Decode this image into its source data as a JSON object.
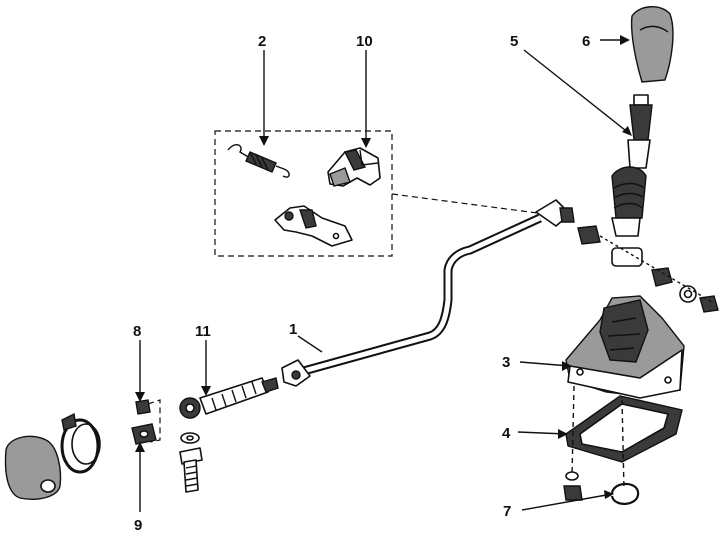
{
  "diagram": {
    "callouts": [
      {
        "id": "c1",
        "label": "1"
      },
      {
        "id": "c2",
        "label": "2"
      },
      {
        "id": "c3",
        "label": "3"
      },
      {
        "id": "c4",
        "label": "4"
      },
      {
        "id": "c5",
        "label": "5"
      },
      {
        "id": "c6",
        "label": "6"
      },
      {
        "id": "c7",
        "label": "7"
      },
      {
        "id": "c8",
        "label": "8"
      },
      {
        "id": "c9",
        "label": "9"
      },
      {
        "id": "c10",
        "label": "10"
      },
      {
        "id": "c11",
        "label": "11"
      }
    ],
    "colors": {
      "line": "#111111",
      "shade_dark": "#3a3a3a",
      "shade_grey": "#9a9a9a",
      "background": "#ffffff"
    }
  }
}
